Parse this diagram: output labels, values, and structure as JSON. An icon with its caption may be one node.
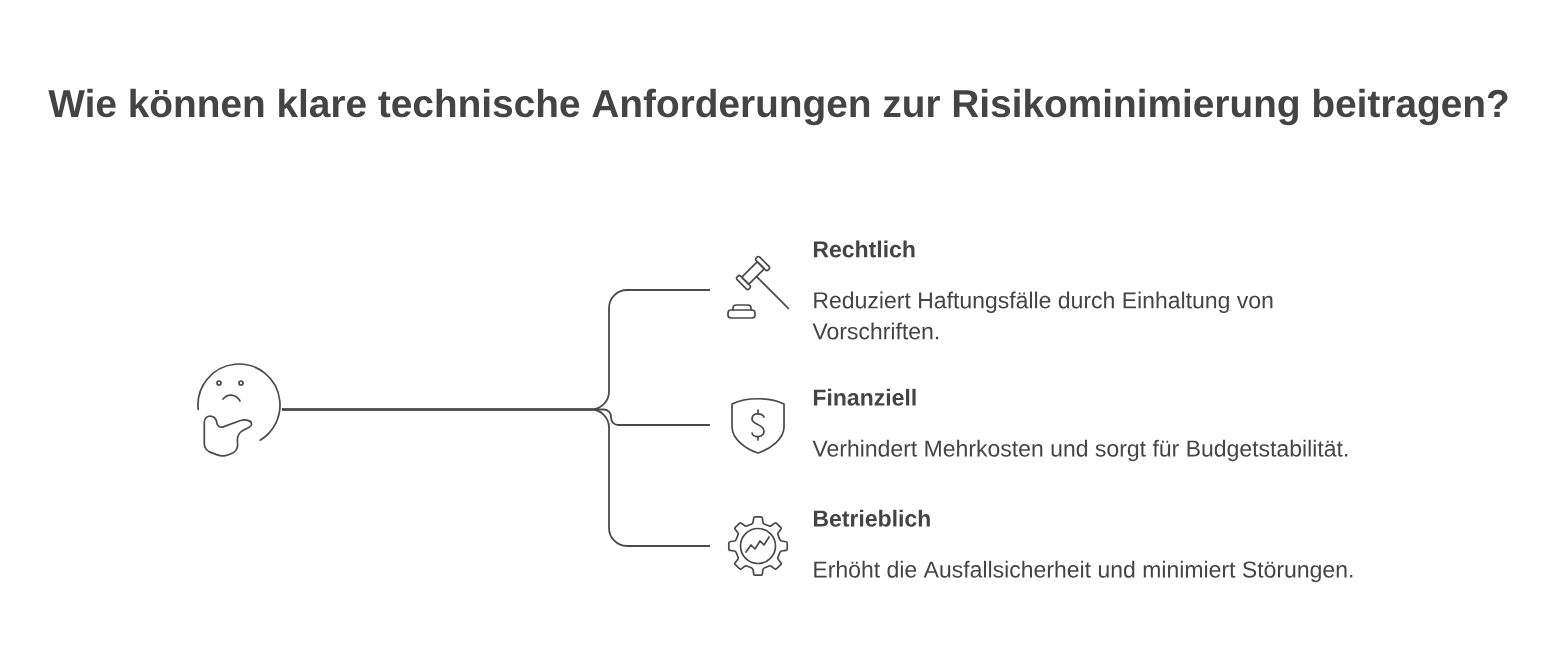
{
  "diagram": {
    "title": "Wie können klare technische Anforderungen zur Risikominimierung beitragen?",
    "nodes": [
      {
        "text": [],
        "shape": "picture"
      },
      {
        "text": [
          "Rechtlich",
          "Reduziert Haftungsfälle durch Einhaltung von Vorschriften."
        ]
      },
      {
        "text": [
          "Finanziell",
          "Verhindert Mehrkosten und sorgt für Budgetstabilität."
        ]
      },
      {
        "text": [
          "Betrieblich",
          "Erhöht die Ausfallsicherheit und minimiert Störungen."
        ]
      }
    ],
    "edges": [
      {
        "from": 0,
        "to": 1,
        "arrow": "none"
      },
      {
        "from": 0,
        "to": 2,
        "arrow": "none"
      },
      {
        "from": 0,
        "to": 3,
        "arrow": "none"
      }
    ]
  }
}
